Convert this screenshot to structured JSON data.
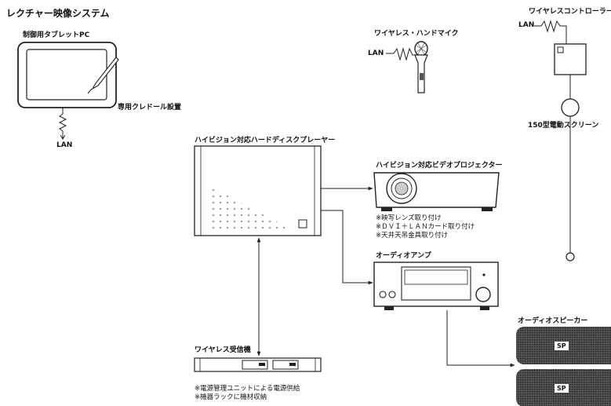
{
  "title": "レクチャー映像システム",
  "tablet": {
    "label": "制御用タブレットPC",
    "cradle": "専用クレドール設置",
    "lan": "LAN"
  },
  "mic": {
    "label": "ワイヤレス・ハンドマイク",
    "lan": "LAN"
  },
  "controller": {
    "label": "ワイヤレスコントローラー",
    "lan": "LAN",
    "screen": "150型電動スクリーン"
  },
  "player": {
    "label": "ハイビジョン対応ハードディスクプレーヤー"
  },
  "projector": {
    "label": "ハイビジョン対応ビデオプロジェクター",
    "notes": [
      "※映写レンズ取り付け",
      "※ＤＶＩ＋ＬＡＮカード取り付け",
      "※天井天吊金具取り付け"
    ]
  },
  "amp": {
    "label": "オーディオアンプ"
  },
  "receiver": {
    "label": "ワイヤレス受信機",
    "notes": [
      "※電源管理ユニットによる電源供給",
      "※機器ラックに機材収納"
    ]
  },
  "speaker": {
    "label": "オーディオスピーカー",
    "sp1": "SP",
    "sp2": "SP"
  }
}
